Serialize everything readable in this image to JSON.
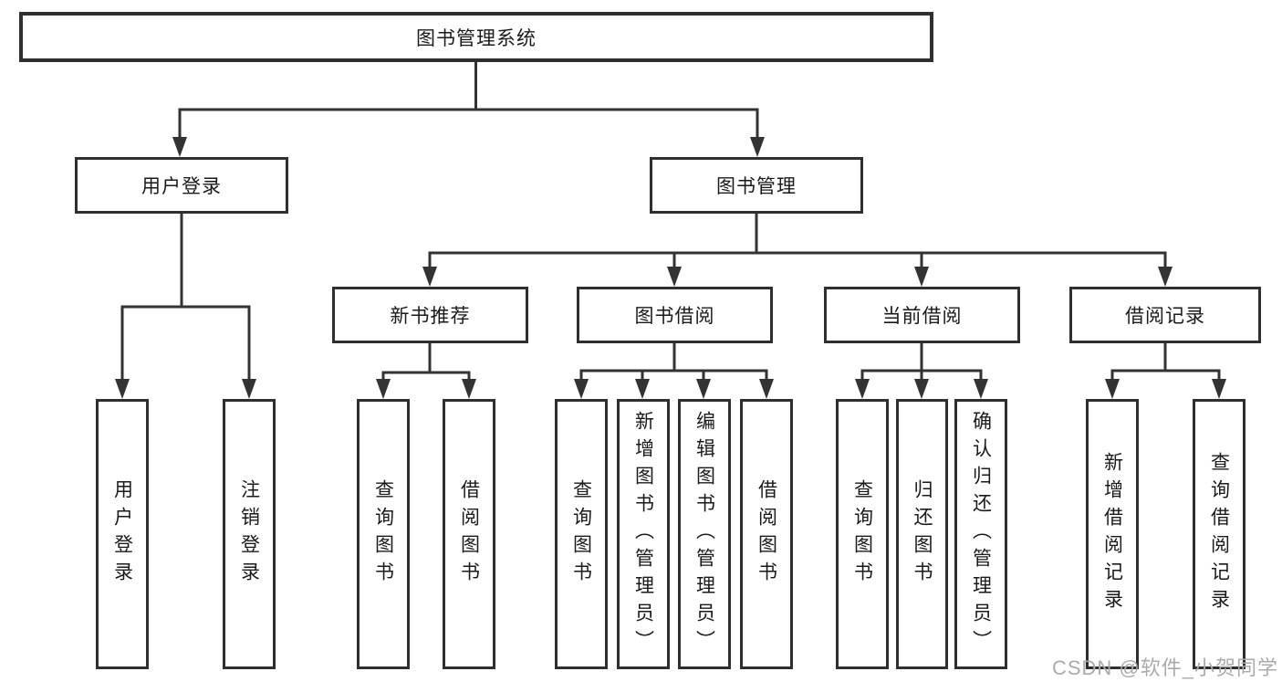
{
  "diagram": {
    "root": {
      "label": "图书管理系统"
    },
    "level2": [
      {
        "id": "user-login",
        "label": "用户登录"
      },
      {
        "id": "book-management",
        "label": "图书管理"
      }
    ],
    "level3": [
      {
        "id": "new-book-recommendation",
        "label": "新书推荐",
        "parent": "图书管理"
      },
      {
        "id": "book-borrowing",
        "label": "图书借阅",
        "parent": "图书管理"
      },
      {
        "id": "current-borrowing",
        "label": "当前借阅",
        "parent": "图书管理"
      },
      {
        "id": "borrowing-records",
        "label": "借阅记录",
        "parent": "图书管理"
      }
    ],
    "leaves": [
      {
        "group": "用户登录",
        "label": "用户登录"
      },
      {
        "group": "用户登录",
        "label": "注销登录"
      },
      {
        "group": "新书推荐",
        "label": "查询图书"
      },
      {
        "group": "新书推荐",
        "label": "借阅图书"
      },
      {
        "group": "图书借阅",
        "label": "查询图书"
      },
      {
        "group": "图书借阅",
        "label": "新增图书（管理员）"
      },
      {
        "group": "图书借阅",
        "label": "编辑图书（管理员）"
      },
      {
        "group": "图书借阅",
        "label": "借阅图书"
      },
      {
        "group": "当前借阅",
        "label": "查询图书"
      },
      {
        "group": "当前借阅",
        "label": "归还图书"
      },
      {
        "group": "当前借阅",
        "label": "确认归还（管理员）"
      },
      {
        "group": "借阅记录",
        "label": "新增借阅记录"
      },
      {
        "group": "借阅记录",
        "label": "查询借阅记录"
      }
    ]
  },
  "watermark": {
    "text": "CSDN @软件_小贺同学"
  },
  "colors": {
    "line": "#333333",
    "box_border": "#2f2f2f",
    "text": "#1a1a1a",
    "watermark": "#ababab",
    "background": "#ffffff"
  }
}
